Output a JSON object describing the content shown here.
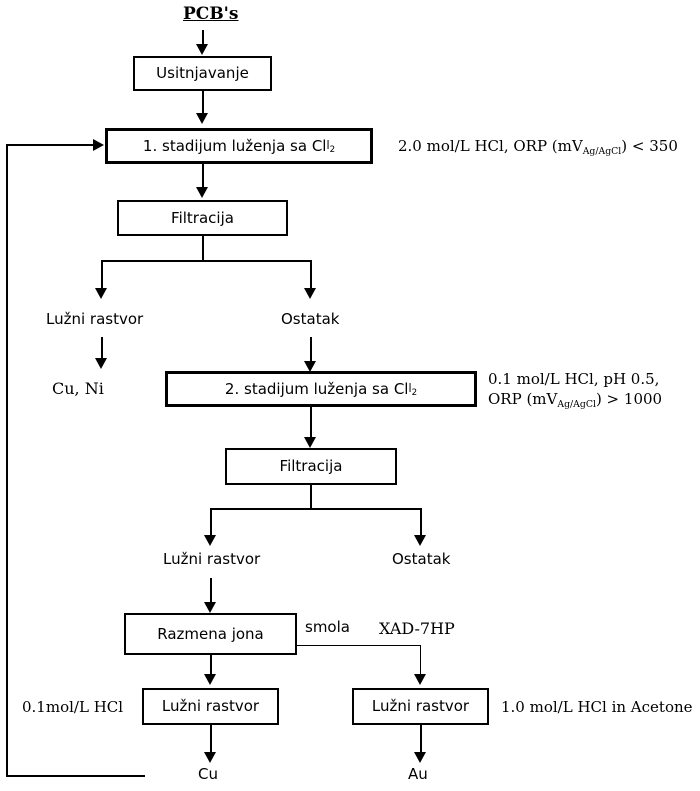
{
  "diagram": {
    "title": "PCB's",
    "boxes": {
      "crushing": "Usitnjavanje",
      "stage1": "1. stadijum luženja sa Cl",
      "stage1_sub": "2",
      "filtration1": "Filtracija",
      "stage2": "2. stadijum luženja sa Cl",
      "stage2_sub": "2",
      "filtration2": "Filtracija",
      "ion_exchange": "Razmena jona",
      "leach_solution_left": "Lužni rastvor",
      "leach_solution_right": "Lužni rastvor"
    },
    "labels": {
      "leach_solution_1": "Lužni rastvor",
      "residue_1": "Ostatak",
      "cu_ni": "Cu, Ni",
      "leach_solution_2": "Lužni rastvor",
      "residue_2": "Ostatak",
      "resin": "smola",
      "resin_type": "XAD-7HP",
      "product_cu": "Cu",
      "product_au": "Au"
    },
    "annotations": {
      "stage1_conditions_pre": "2.0 mol/L HCl, ORP (mV",
      "stage1_conditions_sub": "Ag/AgCl",
      "stage1_conditions_post": ") < 350",
      "stage2_line1": "0.1  mol/L HCl, pH 0.5,",
      "stage2_line2_pre": "ORP (mV",
      "stage2_line2_sub": "Ag/AgCl",
      "stage2_line2_post": ") > 1000",
      "eluent_left": "0.1mol/L HCl",
      "eluent_right": "1.0 mol/L HCl in Acetone"
    },
    "colors": {
      "line": "#000000",
      "background": "#ffffff",
      "text": "#000000"
    }
  }
}
